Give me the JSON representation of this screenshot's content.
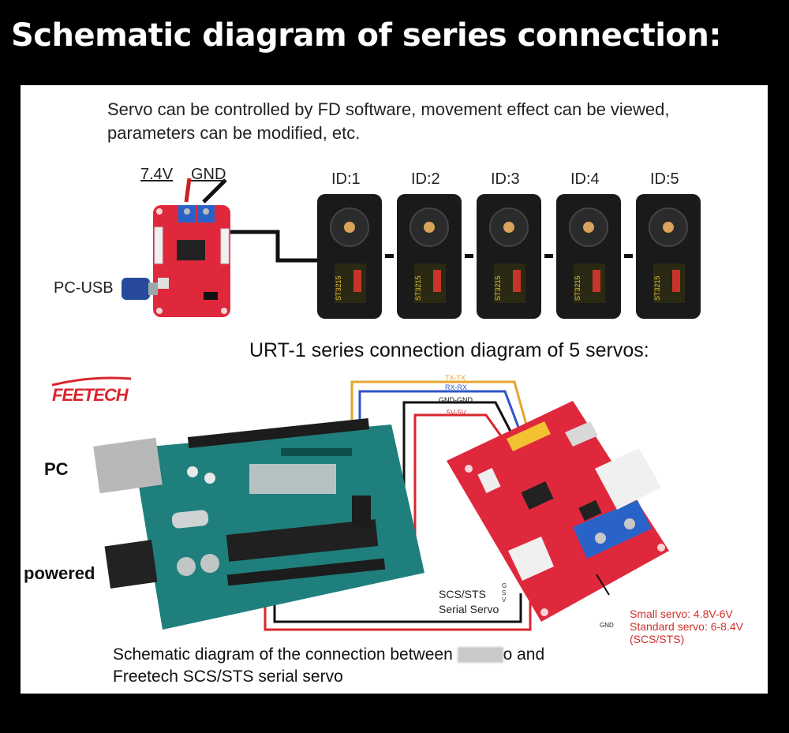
{
  "heading": "Schematic diagram of series connection:",
  "intro": {
    "line1": "Servo can be controlled by FD software, movement effect can be viewed,",
    "line2": "parameters can be modified, etc."
  },
  "top_diagram": {
    "power_label": "7.4V",
    "gnd_label": "GND",
    "pc_usb_label": "PC-USB",
    "servo_ids": [
      "ID:1",
      "ID:2",
      "ID:3",
      "ID:4",
      "ID:5"
    ],
    "servo_model_text": "ST3215"
  },
  "caption_urt": "URT-1 series connection diagram of 5 servos:",
  "brand_logo": "FEETECH",
  "side_labels": {
    "pc": "PC",
    "powered": "powered"
  },
  "wire_labels": [
    "TX-TX",
    "RX-RX",
    "GND-GND",
    "5V-5V"
  ],
  "servo_label": {
    "line1": "SCS/STS",
    "line2": "Serial Servo",
    "pins": [
      "G",
      "S",
      "V"
    ]
  },
  "gnd_small": "GND",
  "power_note": {
    "line1": "Small servo: 4.8V-6V",
    "line2": "Standard servo: 6-8.4V",
    "line3": "(SCS/STS)"
  },
  "bottom_caption": {
    "line1_pre": "Schematic diagram of the connection between",
    "line1_post": "o and",
    "line2": "Freetech SCS/STS serial servo"
  },
  "colors": {
    "board_red": "#e0283c",
    "arduino_teal": "#1f7f7c",
    "wire_orange": "#e6a530",
    "wire_blue": "#2e55c8",
    "wire_black": "#111111",
    "wire_red": "#d9262e",
    "terminal_blue": "#2a63c7"
  }
}
